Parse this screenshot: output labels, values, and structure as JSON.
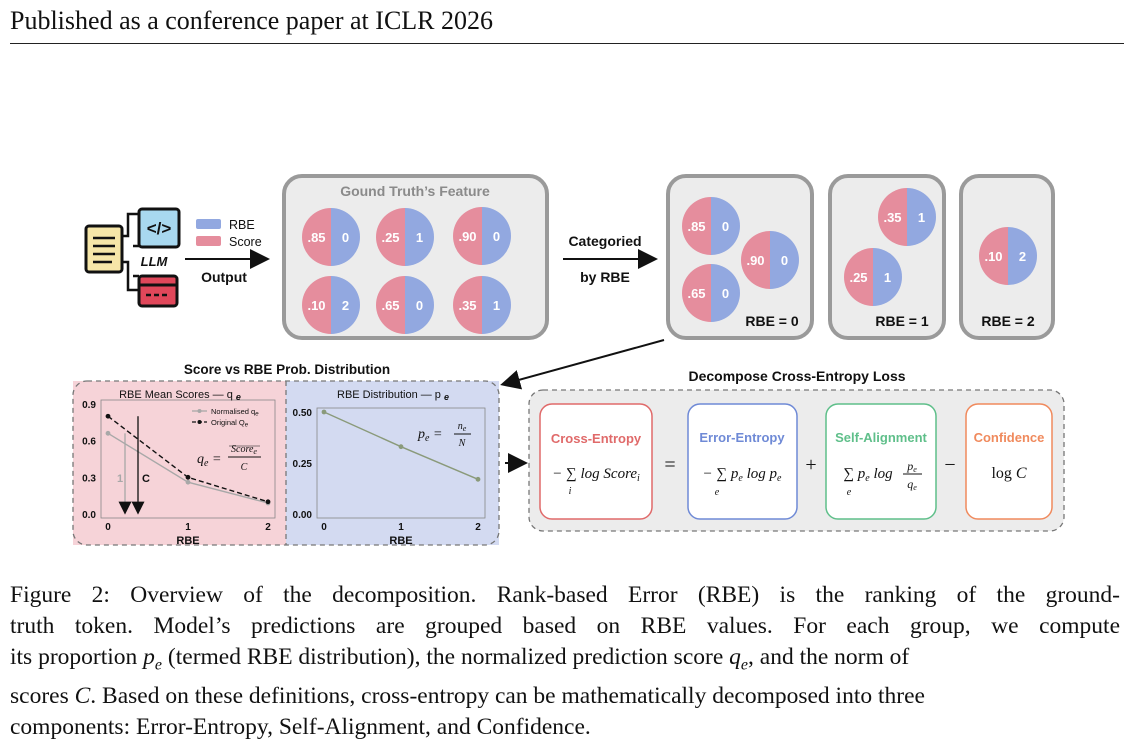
{
  "header": {
    "text": "Published as a conference paper at ICLR 2026"
  },
  "figure": {
    "llm": {
      "label": "LLM",
      "output_label": "Output",
      "legend": [
        {
          "label": "RBE",
          "color": "#92a8e0"
        },
        {
          "label": "Score",
          "color": "#e58d9d"
        }
      ]
    },
    "ground_truth": {
      "title": "Gound Truth’s Feature",
      "pies": [
        {
          "score": ".85",
          "rbe": "0"
        },
        {
          "score": ".25",
          "rbe": "1"
        },
        {
          "score": ".90",
          "rbe": "0"
        },
        {
          "score": ".10",
          "rbe": "2"
        },
        {
          "score": ".65",
          "rbe": "0"
        },
        {
          "score": ".35",
          "rbe": "1"
        }
      ]
    },
    "categorize": {
      "line1": "Categoried",
      "line2": "by RBE"
    },
    "groups": [
      {
        "label": "RBE = 0",
        "pies": [
          {
            "score": ".85",
            "rbe": "0"
          },
          {
            "score": ".90",
            "rbe": "0"
          },
          {
            "score": ".65",
            "rbe": "0"
          }
        ]
      },
      {
        "label": "RBE = 1",
        "pies": [
          {
            "score": ".35",
            "rbe": "1"
          },
          {
            "score": ".25",
            "rbe": "1"
          }
        ]
      },
      {
        "label": "RBE = 2",
        "pies": [
          {
            "score": ".10",
            "rbe": "2"
          }
        ]
      }
    ],
    "score_vs_title": "Score vs RBE Prob. Distribution",
    "decompose_title": "Decompose Cross-Entropy Loss",
    "colors": {
      "score": "#e58d9d",
      "rbe": "#92a8e0",
      "cross_entropy": "#e06a6a",
      "error_entropy": "#6f8ad6",
      "self_alignment": "#5fbf8a",
      "confidence": "#f08a5d"
    },
    "terms": [
      {
        "name": "Cross-Entropy",
        "operator": "="
      },
      {
        "name": "Error-Entropy",
        "operator": "+"
      },
      {
        "name": "Self-Alignment",
        "operator": "−"
      },
      {
        "name": "Confidence",
        "operator": ""
      }
    ]
  },
  "chart_data": [
    {
      "type": "line",
      "title": "RBE Mean Scores — q",
      "title_subscript": "e",
      "xlabel": "RBE",
      "ylabel": "",
      "x": [
        0,
        1,
        2
      ],
      "xticks": [
        "0",
        "1",
        "2"
      ],
      "yticks": [
        "0.0",
        "0.3",
        "0.6",
        "0.9"
      ],
      "ylim": [
        0,
        0.9
      ],
      "series": [
        {
          "name": "Normalised q",
          "name_subscript": "e",
          "values": [
            0.66,
            0.26,
            0.09
          ],
          "color": "#a8a8a8"
        },
        {
          "name": "Original Q",
          "name_subscript": "e",
          "values": [
            0.8,
            0.3,
            0.1
          ],
          "color": "#111111"
        }
      ],
      "annotations": [
        "1",
        "C"
      ],
      "legend": "top-right",
      "background": "#f6d3d8"
    },
    {
      "type": "line",
      "title": "RBE Distribution — p",
      "title_subscript": "e",
      "xlabel": "RBE",
      "ylabel": "",
      "x": [
        0,
        1,
        2
      ],
      "xticks": [
        "0",
        "1",
        "2"
      ],
      "yticks": [
        "0.00",
        "0.25",
        "0.50"
      ],
      "ylim": [
        0,
        0.5
      ],
      "series": [
        {
          "values": [
            0.5,
            0.33,
            0.17
          ],
          "color": "#8a9a7a"
        }
      ],
      "background": "#d3daf1"
    }
  ],
  "caption": {
    "lines": [
      "Figure 2: Overview of the decomposition. Rank-based Error (RBE) is the ranking of the ground-",
      "truth token. Model’s predictions are grouped based on RBE values. For each group, we compute",
      "its proportion",
      "(termed RBE distribution), the normalized prediction score",
      ", and the norm of",
      "scores",
      ". Based on these definitions, cross-entropy can be mathematically decomposed into three",
      "components: Error-Entropy, Self-Alignment, and Confidence."
    ],
    "math": [
      "p",
      "e",
      "q",
      "e",
      "C"
    ]
  }
}
